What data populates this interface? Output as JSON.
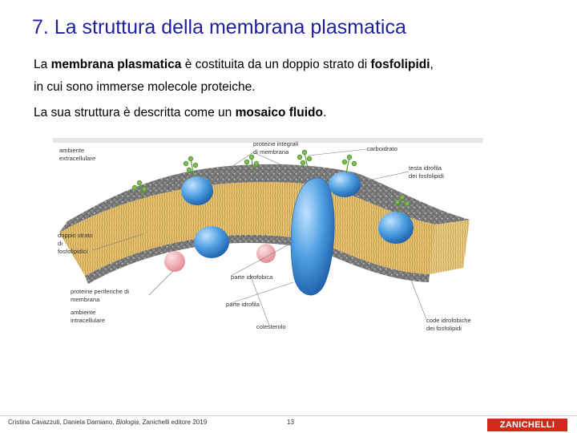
{
  "slide": {
    "title": "7. La struttura della membrana plasmatica",
    "para1": {
      "t1": "La ",
      "b1": "membrana plasmatica",
      "t2": " è costituita da un doppio strato di ",
      "b2": "fosfolipidi",
      "t3": ","
    },
    "para2": "in cui sono immerse molecole proteiche.",
    "para3": {
      "t1": "La sua struttura è descritta come un ",
      "b1": "mosaico fluido",
      "t2": "."
    }
  },
  "figure": {
    "labels": {
      "ambiente_extra_1": "ambiente",
      "ambiente_extra_2": "extracellulare",
      "proteine_integrali_1": "proteine integrali",
      "proteine_integrali_2": "di membrana",
      "carboidrato": "carboidrato",
      "testa_idrofila_1": "testa idrofila",
      "testa_idrofila_2": "dei fosfolipidi",
      "doppio_strato_1": "doppio strato",
      "doppio_strato_2": "di",
      "doppio_strato_3": "fosfolipidici",
      "parte_idrofoba": "parte idrofobica",
      "proteine_periferiche_1": "proteine periferiche di",
      "proteine_periferiche_2": "membrana",
      "parte_idrofila": "parte idrofila",
      "ambiente_intra_1": "ambiente",
      "ambiente_intra_2": "intracellulare",
      "colesterolo": "colesterolo",
      "code_idrofobiche_1": "code idrofobiche",
      "code_idrofobiche_2": "dei fosfolipidi"
    },
    "colors": {
      "head": "#6f6f6f",
      "tail": "#d9b15c",
      "protein_blue": "#3f8fd6",
      "peripheral_pink": "#f0a0a8",
      "carbohydrate": "#6aa845"
    }
  },
  "footer": {
    "credit_prefix": "Cristina Cavazzuti, Daniela Damiano, ",
    "credit_italic": "Biologia",
    "credit_suffix": ", Zanichelli editore 2019",
    "page": "13",
    "logo": "ZANICHELLI"
  }
}
